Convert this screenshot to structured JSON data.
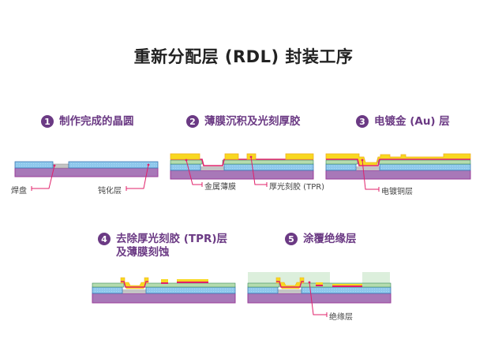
{
  "title": "重新分配层 (RDL) 封装工序",
  "colors": {
    "accent": "#6b3a84",
    "substrate": "#a878b8",
    "substrate_border": "#9a3c98",
    "passivation": "#8ec8ec",
    "pad": "#c4c4c4",
    "metal_film": "#e0206a",
    "seed_green": "#b4dcae",
    "gold": "#f8d820",
    "gold_border": "#f0b020",
    "insulation": "#dcefdc",
    "leader": "#e0206a"
  },
  "steps": [
    {
      "number": "1",
      "title": "制作完成的晶圆",
      "labels": [
        "焊盘",
        "钝化层"
      ]
    },
    {
      "number": "2",
      "title": "薄膜沉积及光刻厚胶",
      "labels": [
        "金属薄膜",
        "厚光刻胶 (TPR)"
      ]
    },
    {
      "number": "3",
      "title": "电镀金 (Au) 层",
      "labels": [
        "电镀铜层"
      ]
    },
    {
      "number": "4",
      "title_line1": "去除厚光刻胶 (TPR)层",
      "title_line2": "及薄膜刻蚀",
      "labels": []
    },
    {
      "number": "5",
      "title": "涂覆绝缘层",
      "labels": [
        "绝缘层"
      ]
    }
  ]
}
